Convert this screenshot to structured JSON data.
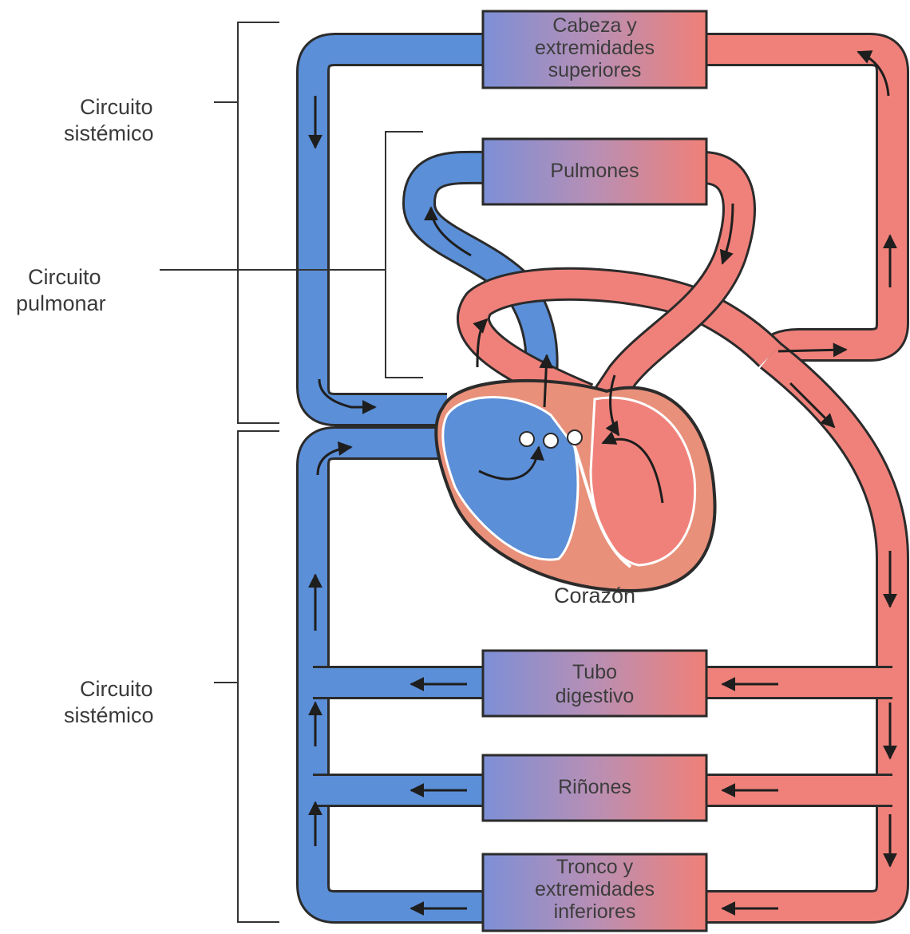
{
  "labels": {
    "sistemico_superior": [
      "Circuito",
      "sistémico"
    ],
    "pulmonar": [
      "Circuito",
      "pulmonar"
    ],
    "sistemico_inferior": [
      "Circuito",
      "sistémico"
    ]
  },
  "organs": {
    "cabeza": [
      "Cabeza y",
      "extremidades",
      "superiores"
    ],
    "pulmones": [
      "Pulmones"
    ],
    "tubo": [
      "Tubo",
      "digestivo"
    ],
    "rinones": [
      "Riñones"
    ],
    "tronco": [
      "Tronco y",
      "extremidades",
      "inferiores"
    ]
  },
  "heart_label": "Corazón",
  "colors": {
    "venous_blue": "#5b8fd8",
    "arterial_red": "#f0817a",
    "outline": "#2b2b2b",
    "heart_muscle": "#e8907a"
  }
}
